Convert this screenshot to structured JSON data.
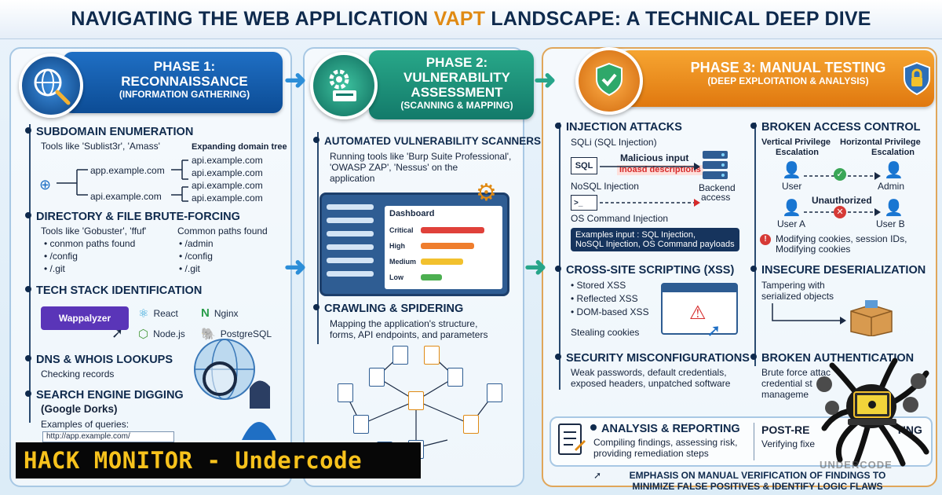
{
  "title": {
    "main": "NAVIGATING THE WEB APPLICATION ",
    "accent": "VAPT",
    "rest": " LANDSCAPE: A TECHNICAL DEEP DIVE"
  },
  "phase1": {
    "line1": "PHASE 1:",
    "line2": "RECONNAISSANCE",
    "line3": "(INFORMATION GATHERING)",
    "subdomain": {
      "title": "SUBDOMAIN ENUMERATION",
      "tools": "Tools like 'Sublist3r', 'Amass'",
      "tree_label": "Expanding domain tree",
      "nodes": [
        "app.example.com",
        "api.example.com",
        "api.example.com",
        "api.example.com",
        "api.example.com",
        "api.example.com"
      ]
    },
    "directory": {
      "title": "DIRECTORY & FILE BRUTE-FORCING",
      "tools": "Tools like 'Gobuster', 'ffuf'",
      "left": [
        "• conmon paths found",
        "• /config",
        "• /.git"
      ],
      "right_title": "Common paths found",
      "right": [
        "• /admin",
        "• /config",
        "• /.git"
      ]
    },
    "tech": {
      "title": "TECH STACK IDENTIFICATION",
      "wappalyzer": "Wappalyzer",
      "items": [
        "React",
        "Nginx",
        "Node.js",
        "PostgreSQL"
      ]
    },
    "dns": {
      "title": "DNS & WHOIS LOOKUPS",
      "desc": "Checking records"
    },
    "search": {
      "title": "SEARCH ENGINE DIGGING",
      "subtitle": "(Google Dorks)",
      "desc": "Examples of queries:",
      "query": "http://app.example.com/"
    }
  },
  "phase2": {
    "line1": "PHASE 2:",
    "line2": "VULNERABILITY",
    "line3": "ASSESSMENT",
    "line4": "(SCANNING & MAPPING)",
    "scanners": {
      "title": "AUTOMATED VULNERABILITY SCANNERS",
      "desc1": "Running tools like 'Burp Suite Professional',",
      "desc2": "'OWASP ZAP', 'Nessus' on the",
      "desc3": "application"
    },
    "dashboard": {
      "title": "Dashboard",
      "rows": [
        {
          "label": "Critical",
          "level": 0.9,
          "color": "#e0413a"
        },
        {
          "label": "High",
          "level": 0.75,
          "color": "#ef7d2d"
        },
        {
          "label": "Medium",
          "level": 0.6,
          "color": "#f2c12e"
        },
        {
          "label": "Low",
          "level": 0.3,
          "color": "#4caf50"
        }
      ]
    },
    "crawling": {
      "title": "CRAWLING & SPIDERING",
      "desc1": "Mapping the application's structure,",
      "desc2": "forms, API endpoints, and parameters"
    }
  },
  "phase3": {
    "line1": "PHASE 3: MANUAL TESTING",
    "line2": "(DEEP EXPLOITATION & ANALYSIS)",
    "injection": {
      "title": "INJECTION ATTACKS",
      "sqli": "SQLi (SQL Injection)",
      "sql_box": "SQL",
      "malicious": "Malicious input",
      "malicious_sub": "Inoasd descriptions",
      "nosql": "NoSQL Injection",
      "backend1": "Backend",
      "backend2": "access",
      "os": "OS Command Injection",
      "examples1": "Examples input : SQL Injection,",
      "examples2": "NoSQL Injection, OS Command payloads"
    },
    "access": {
      "title": "BROKEN ACCESS CONTROL",
      "vertical1": "Vertical Privilege",
      "vertical2": "Escalation",
      "horizontal1": "Horizontal Privilege",
      "horizontal2": "Escalation",
      "user": "User",
      "admin": "Admin",
      "unauthorized": "Unauthorized",
      "user_a": "User A",
      "user_b": "User B",
      "note1": "Modifying cookies, session IDs,",
      "note2": "Modifying cookies"
    },
    "xss": {
      "title": "CROSS-SITE SCRIPTING (XSS)",
      "items": [
        "• Stored XSS",
        "• Reflected XSS",
        "• DOM-based XSS"
      ],
      "stealing": "Stealing cookies"
    },
    "deserial": {
      "title": "INSECURE DESERIALIZATION",
      "desc1": "Tampering with",
      "desc2": "serialized objects"
    },
    "misconfig": {
      "title": "SECURITY MISCONFIGURATIONS",
      "desc1": "Weak passwords, default credentials,",
      "desc2": "exposed headers, unpatched software"
    },
    "auth": {
      "title": "BROKEN AUTHENTICATION",
      "desc1": "Brute force attac",
      "desc2": "credential st",
      "desc3": "manageme"
    }
  },
  "reporting": {
    "title": "ANALYSIS & REPORTING",
    "desc1": "Compiling findings, assessing risk,",
    "desc2": "providing remediation steps",
    "retest_title": "POST-RE",
    "retest_title_end": "TING",
    "retest_desc": "Verifying fixe"
  },
  "footer": {
    "line1": "EMPHASIS ON MANUAL VERIFICATION OF FINDINGS TO",
    "line2": "MINIMIZE FALSE POSITIVES & IDENTIFY LOGIC FLAWS"
  },
  "brand": {
    "text": "HACK MONITOR - Undercode",
    "watermark": "UNDERCODE"
  },
  "colors": {
    "phase1": "#1f6fc4",
    "phase2": "#28a889",
    "phase3": "#f6a531",
    "accent": "#e08a14"
  }
}
